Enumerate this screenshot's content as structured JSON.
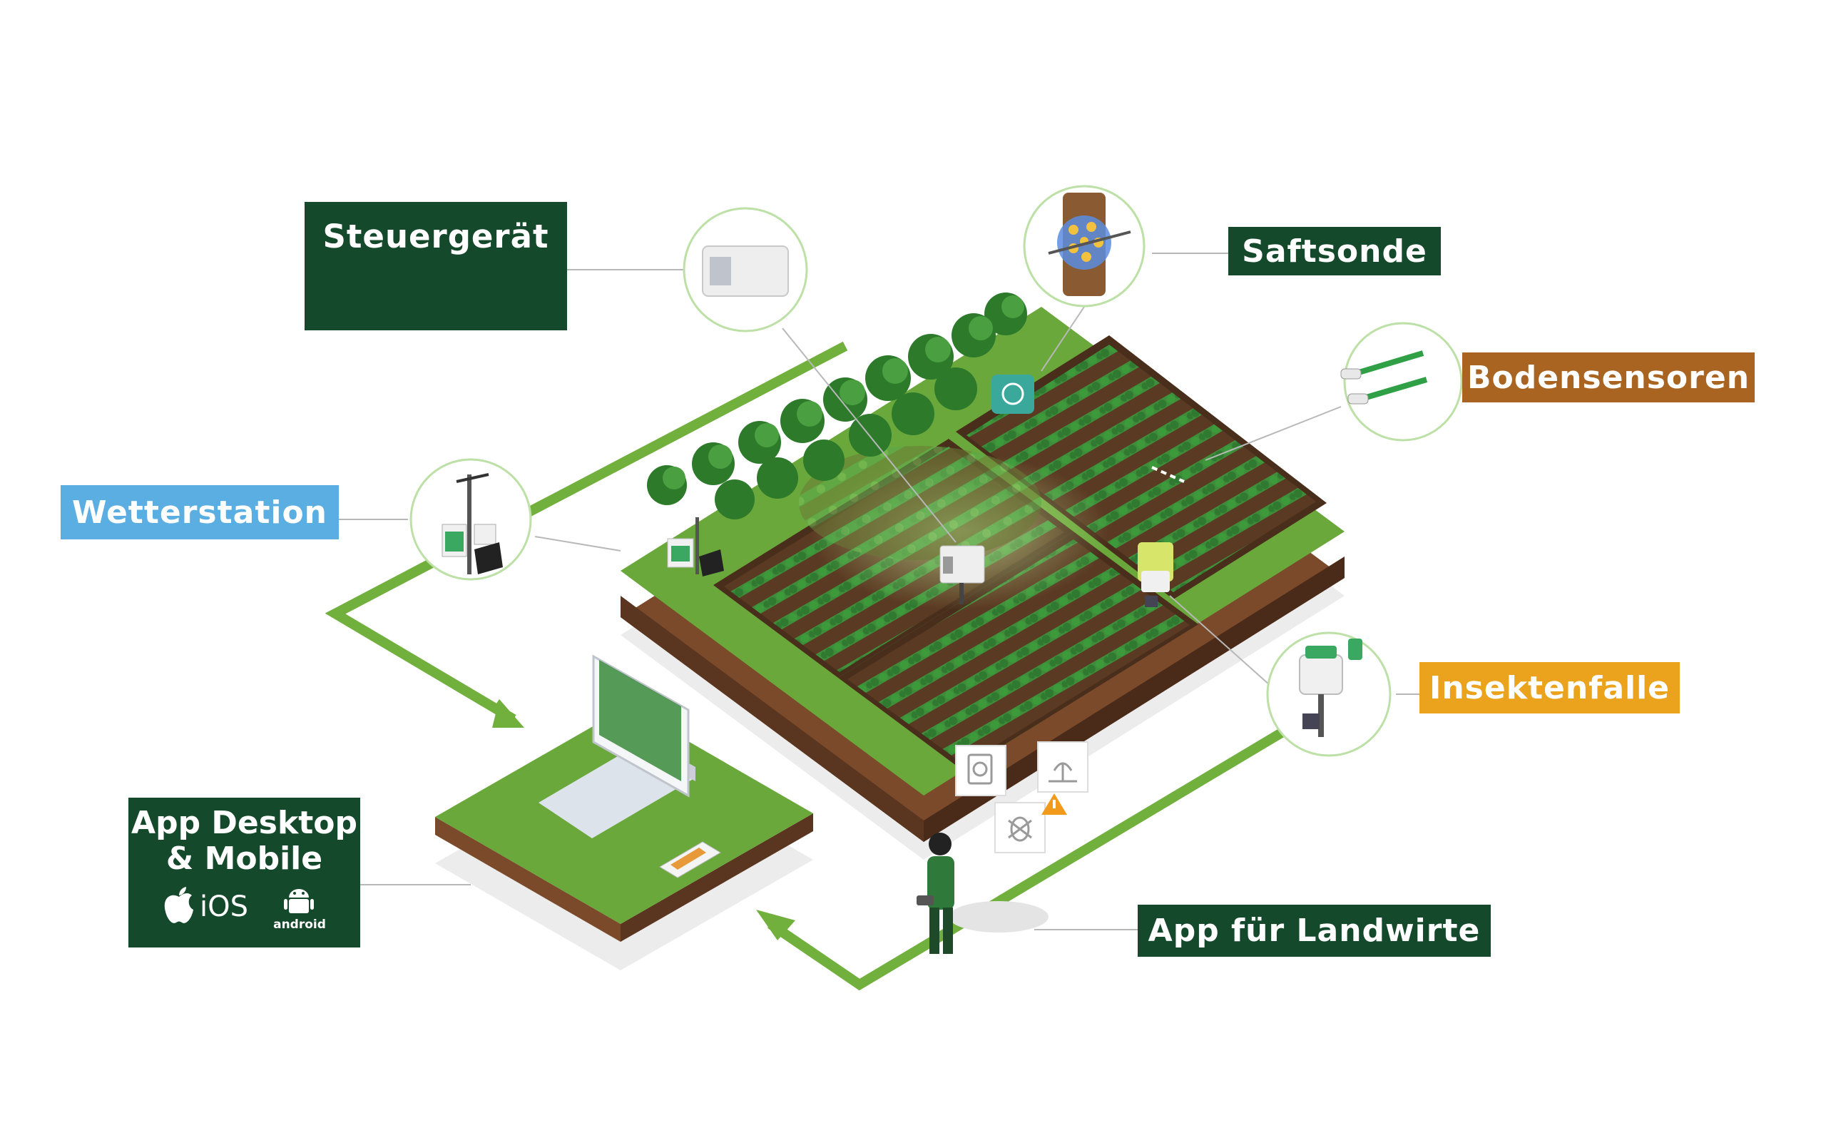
{
  "colors": {
    "dark_green": "#15492b",
    "light_blue": "#5aaee2",
    "brown": "#a86420",
    "amber": "#eba21c",
    "grass": "#6aa83c",
    "arrow_green": "#72b03e",
    "soil": "#6b4226"
  },
  "labels": {
    "steuergeraet": "Steuergerät",
    "saftsonde": "Saftsonde",
    "bodensensoren": "Bodensensoren",
    "wetterstation": "Wetterstation",
    "insektenfalle": "Insektenfalle",
    "app_desktop_line1": "App Desktop",
    "app_desktop_line2": "& Mobile",
    "ios": "iOS",
    "android": "android",
    "app_landwirte": "App für Landwirte"
  },
  "icons": [
    "wifi-icon",
    "solar-panel-icon",
    "apple-icon",
    "android-icon",
    "fertilizer-icon",
    "irrigation-icon",
    "pest-icon",
    "warning-icon"
  ]
}
